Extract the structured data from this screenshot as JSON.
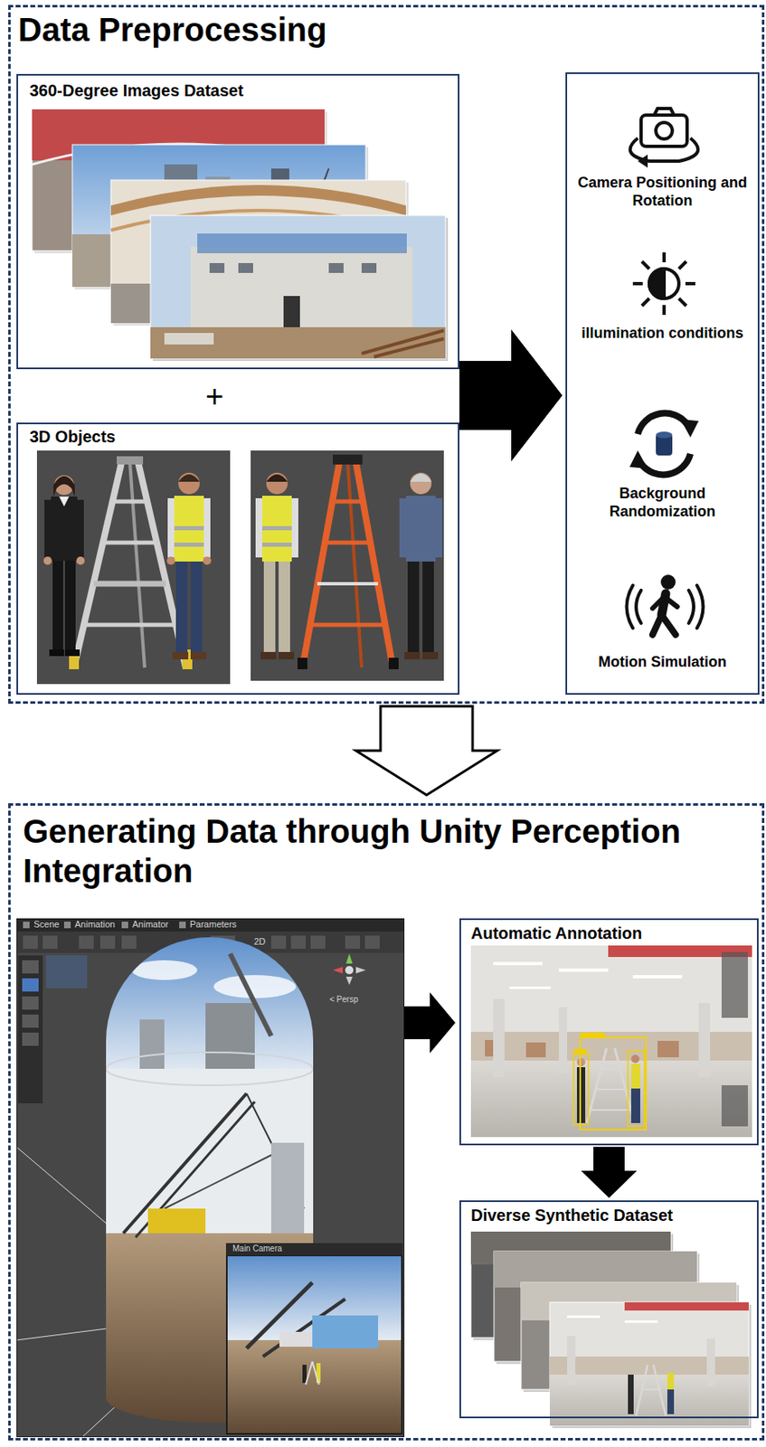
{
  "diagram": {
    "nodes": [
      {
        "text": [
          "Data Preprocessing"
        ]
      },
      {
        "text": [
          "360-Degree Images Dataset"
        ],
        "in": 0
      },
      {
        "text": [
          "3D Objects"
        ],
        "in": 0
      },
      {
        "text": [
          "Camera Positioning and Rotation",
          "illumination conditions",
          "Background Randomization",
          "Motion Simulation"
        ],
        "in": 0
      },
      {
        "text": [
          "Generating Data through Unity Perception Integration"
        ]
      },
      {
        "text": [
          "Scene",
          "Animation",
          "Animator",
          "Parameters",
          "2D",
          "< Persp",
          "Main Camera"
        ],
        "in": 4
      },
      {
        "text": [
          "Automatic Annotation"
        ],
        "in": 4
      },
      {
        "text": [
          "Diverse Synthetic Dataset"
        ],
        "in": 4
      }
    ],
    "edges": [
      {
        "from": 1,
        "to": 3,
        "arrow": "to"
      },
      {
        "from": 2,
        "to": 3,
        "arrow": "to"
      },
      {
        "from": 0,
        "to": 4,
        "arrow": "to"
      },
      {
        "from": 5,
        "to": 6,
        "arrow": "to"
      },
      {
        "from": 6,
        "to": 7,
        "arrow": "to"
      }
    ],
    "labels": [
      "+"
    ]
  }
}
